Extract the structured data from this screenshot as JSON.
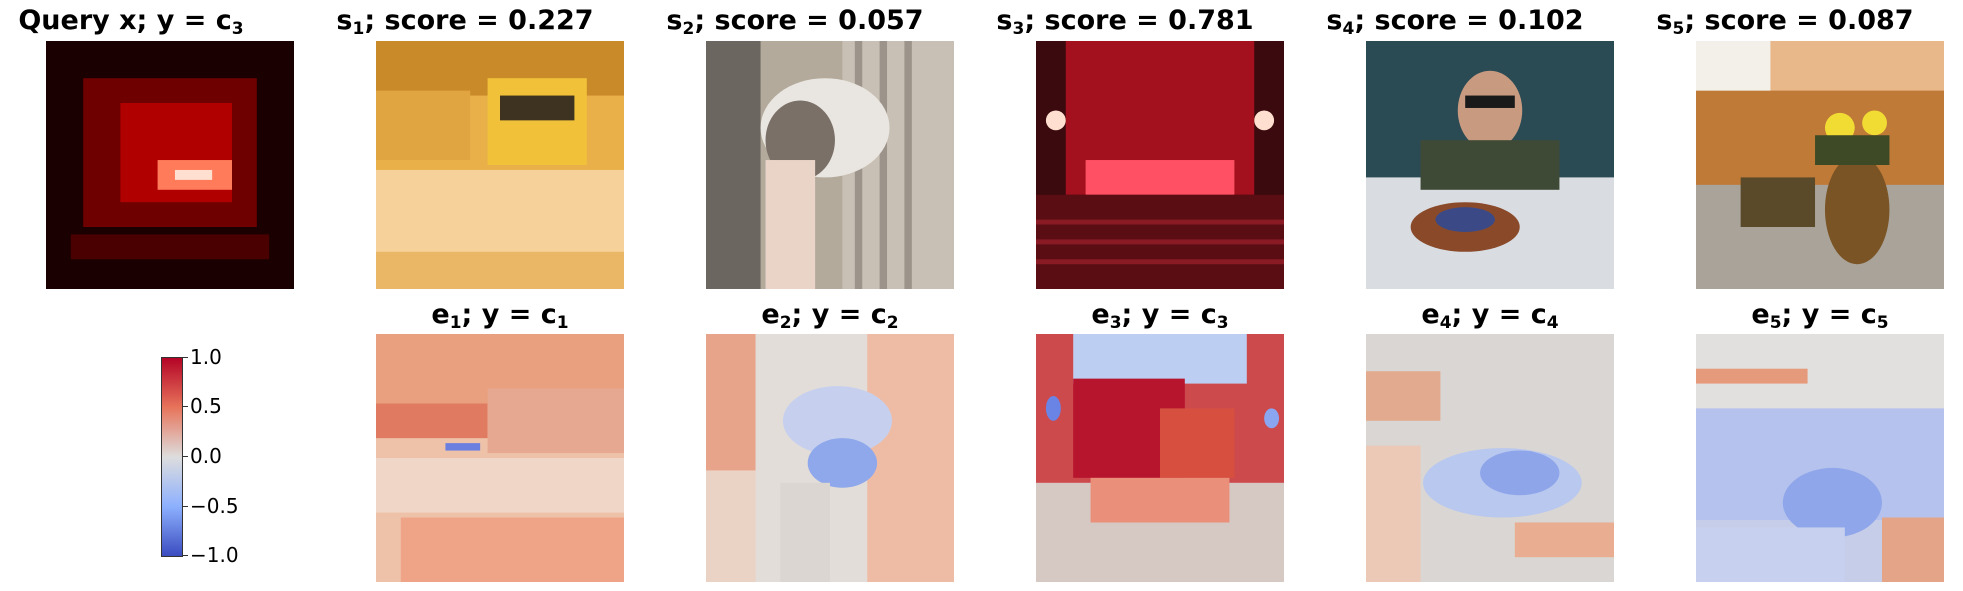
{
  "query": {
    "base": "Query x; y",
    "eq": " = c",
    "sub": "3"
  },
  "samples": [
    {
      "var": "s",
      "sub": "1",
      "rest": "; score = 0.227"
    },
    {
      "var": "s",
      "sub": "2",
      "rest": "; score = 0.057"
    },
    {
      "var": "s",
      "sub": "3",
      "rest": "; score = 0.781"
    },
    {
      "var": "s",
      "sub": "4",
      "rest": "; score = 0.102"
    },
    {
      "var": "s",
      "sub": "5",
      "rest": "; score = 0.087"
    }
  ],
  "explanations": [
    {
      "var": "e",
      "sub": "1",
      "mid": "; y = c",
      "sub2": "1"
    },
    {
      "var": "e",
      "sub": "2",
      "mid": "; y = c",
      "sub2": "2"
    },
    {
      "var": "e",
      "sub": "3",
      "mid": "; y = c",
      "sub2": "3"
    },
    {
      "var": "e",
      "sub": "4",
      "mid": "; y = c",
      "sub2": "4"
    },
    {
      "var": "e",
      "sub": "5",
      "mid": "; y = c",
      "sub2": "5"
    }
  ],
  "colorbar": {
    "ticks": [
      "1.0",
      "0.5",
      "0.0",
      "−0.5",
      "−1.0"
    ]
  }
}
